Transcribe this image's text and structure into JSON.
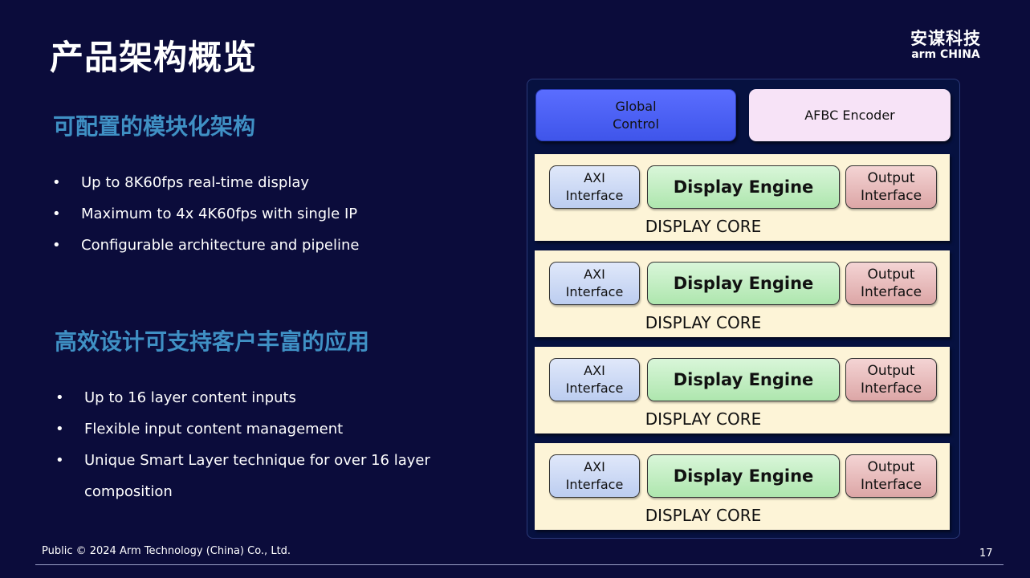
{
  "title": "产品架构概览",
  "logo": {
    "cn": "安谋科技",
    "en": "arm CHINA"
  },
  "section1": {
    "heading": "可配置的模块化架构",
    "bullets": [
      "Up to 8K60fps real-time display",
      "Maximum to 4x 4K60fps with single IP",
      "Configurable architecture and pipeline"
    ]
  },
  "section2": {
    "heading": "高效设计可支持客户丰富的应用",
    "bullets": [
      "Up to 16 layer content inputs",
      "Flexible input content management",
      "Unique Smart Layer technique for over 16 layer",
      "composition"
    ]
  },
  "diagram": {
    "global_control": [
      "Global",
      "Control"
    ],
    "afbc": "AFBC Encoder",
    "core": {
      "axi": [
        "AXI",
        "Interface"
      ],
      "engine": "Display Engine",
      "output": [
        "Output",
        "Interface"
      ],
      "label": "DISPLAY CORE"
    }
  },
  "footer": "Public © 2024 Arm Technology (China) Co., Ltd.",
  "page_number": "17"
}
